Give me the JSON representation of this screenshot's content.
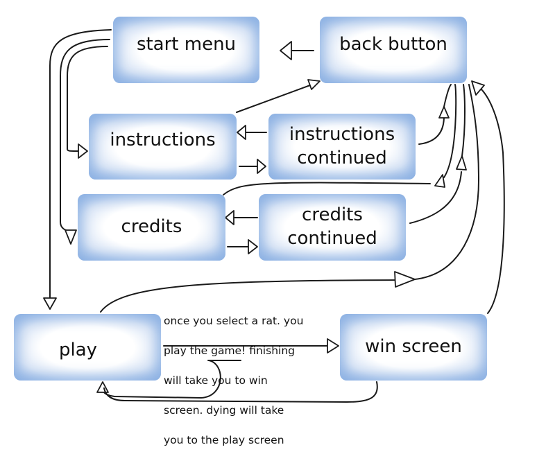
{
  "nodes": {
    "start_menu": "start menu",
    "back_button": "back button",
    "instructions": "instructions",
    "instructions_continued": [
      "instructions",
      "continued"
    ],
    "credits": "credits",
    "credits_continued": [
      "credits",
      "continued"
    ],
    "play": "play",
    "win_screen": "win screen"
  },
  "note": {
    "lines": [
      "once you select a rat. you",
      "play the game! finishing",
      "will take you to win",
      "screen. dying will take",
      "you to the play screen"
    ]
  }
}
